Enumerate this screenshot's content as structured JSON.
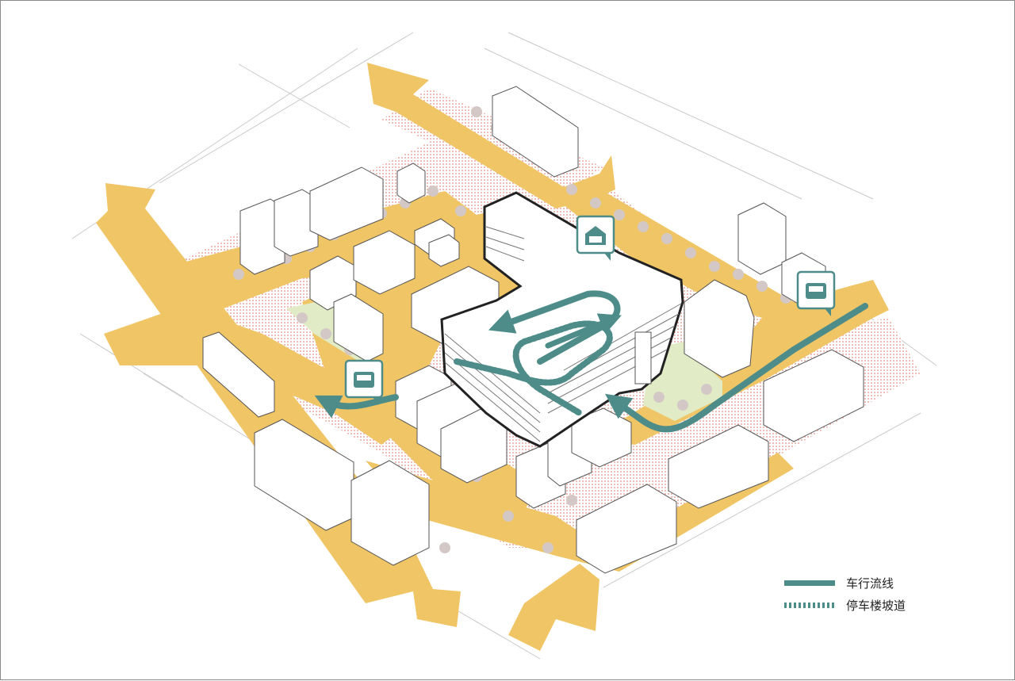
{
  "legend": {
    "items": [
      {
        "label": "车行流线",
        "style": "solid"
      },
      {
        "label": "停车楼坡道",
        "style": "dashed"
      }
    ]
  },
  "colors": {
    "road": "#f0c566",
    "route": "#4e8c8a",
    "sidewalk": "#f3d0cc",
    "green": "#e1ecc6",
    "outline": "#222222",
    "building": "#ffffff"
  },
  "icons": {
    "parking": "parking-garage-icon",
    "entry": "car-icon",
    "exit": "car-icon"
  }
}
